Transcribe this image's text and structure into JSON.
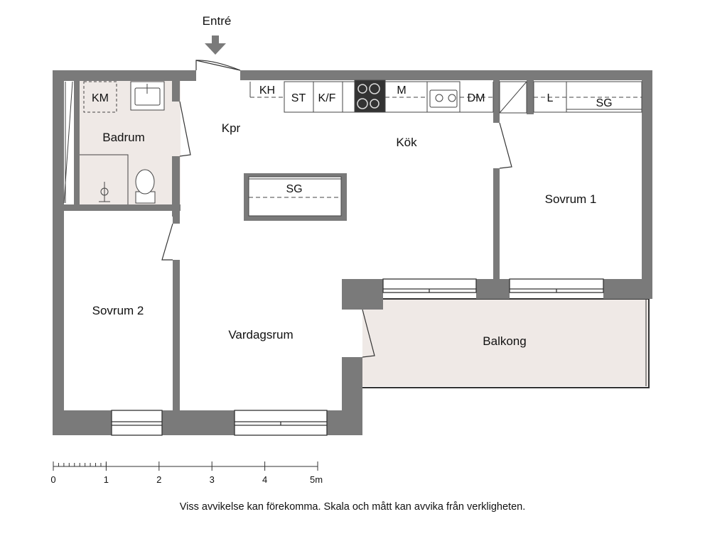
{
  "entrance_label": "Entré",
  "rooms": {
    "badrum": "Badrum",
    "kpr": "Kpr",
    "kok": "Kök",
    "sovrum1": "Sovrum 1",
    "sovrum2": "Sovrum 2",
    "vardagsrum": "Vardagsrum",
    "balkong": "Balkong"
  },
  "fixtures": {
    "km": "KM",
    "kh": "KH",
    "st": "ST",
    "kf": "K/F",
    "m": "M",
    "dm": "DM",
    "l": "L",
    "sg_closet": "SG",
    "sg_island": "SG"
  },
  "scale": {
    "labels": [
      "0",
      "1",
      "2",
      "3",
      "4",
      "5m"
    ]
  },
  "disclaimer": "Viss avvikelse kan förekomma. Skala och mått kan avvika från verkligheten.",
  "colors": {
    "wall": "#7a7a7a",
    "bath_floor": "#efe9e6",
    "balcony_floor": "#efe9e6",
    "line": "#222222"
  }
}
